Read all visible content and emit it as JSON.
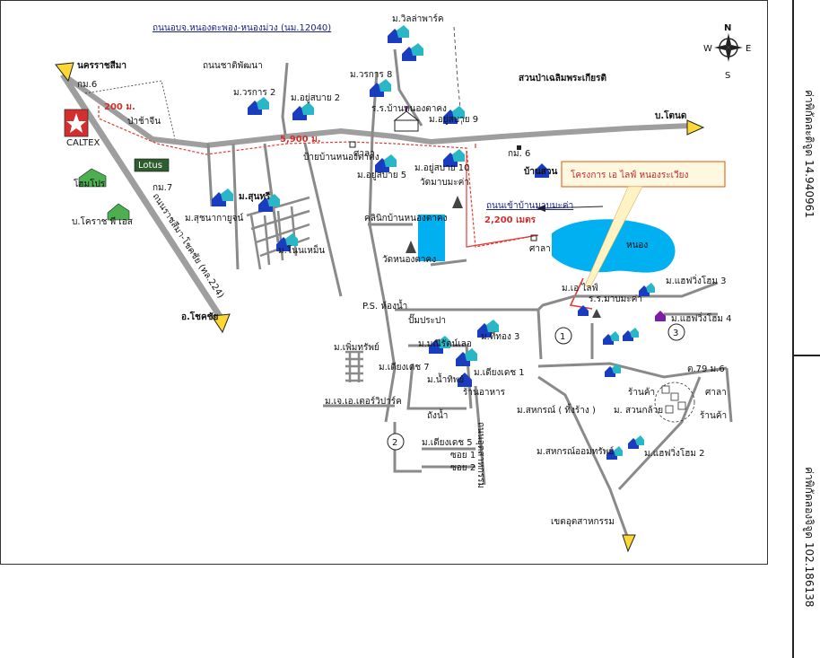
{
  "colors": {
    "road": "#9e9e9e",
    "minor_road": "#8a8a8a",
    "route_red": "#e53935",
    "arrow_fill": "#fdd835",
    "water": "#00b0f0",
    "house_blue": "#1a3dbf",
    "house_teal": "#29b6c6",
    "callout_bg": "#fff8e1",
    "callout_border": "#e65100"
  },
  "icons": {
    "compass": "compass-rose-icon",
    "house": "house-cluster-icon",
    "temple": "temple-icon",
    "caltex": "caltex-logo",
    "lotus": "lotus-store-logo",
    "warehouse": "warehouse-icon"
  },
  "labels": {
    "highway_top": "ถนนอบจ.หนองตะพอง-หนองม่วง (นม.12040)",
    "wila_park": "ม.วิลล่าพาร์ค",
    "chat_pattana": "ถนนชาติพัฒนา",
    "nakhon_ratchasima": "นครราชสีมา",
    "km6_top": "กม.6",
    "dist_200": "200 ม.",
    "pasan_chin": "ป่าช้าจีน",
    "caltex": "CALTEX",
    "lotus": "Lotus",
    "home_pro": "โฮมโปร",
    "korat_ps": "บ.โคราช พี เอส",
    "km7": "กม.7",
    "ratchasima_chok_chai": "ถนนราชสีมา-โชคชัย (ทล.224)",
    "chok_chai": "อ.โชคชัย",
    "worakan8": "ม.วรการ 8",
    "worakan2": "ม.วรการ 2",
    "yusabai2": "ม.อยู่สบาย 2",
    "school_nongtalad": "ร.ร.บ้านหนองตาคง",
    "yusabai9": "ม.อยู่สบาย 9",
    "suan_pa": "สวนป่าเฉลิมพระเกียรติ",
    "ban_dotan": "บ.โตนด",
    "dist_5900": "5,900 ม.",
    "intersection": "ป้ายบ้านหนองตาคง",
    "sala1": "ศาลา",
    "yusabai5": "ม.อยู่สบาย 5",
    "yusabai10": "ม.อยู่สบาย 10",
    "km6_mid": "กม. 6",
    "wat_mabkra": "วัดมาบมะค่า",
    "ban_suan": "บ้านสวน",
    "callout": "โครงการ เอ ไลฟ์ หนองระเวียง",
    "entry_road": "ถนนเข้าบ้านมาบมะค่า",
    "dist_2200": "2,200 เมตร",
    "sunthree": "ม.สุนทรี",
    "suchanaka": "ม.สุชนากายูจน์",
    "clinic": "คลินิกบ้านหนองตาคง",
    "wat_nongtalad": "วัดหนองตาคง",
    "sala2": "ศาลา",
    "nong": "หนอง",
    "nonglerm": "ม.โนนเหม็น",
    "ps_shop": "P.S. ห้องน้ำ",
    "a_life": "ม.เอ ไลฟ์",
    "school_mabkra": "ร.ร.มาบมะค่า",
    "happy_home3": "ม.แฮฟวิ่งโฮม 3",
    "happy_home4": "ม.แฮฟวิ่งโฮม 4",
    "pump": "ปั๊มประปา",
    "phermsap": "ม.เพิ่มทรัพย์",
    "methee_lerng": "ม.มณีรัตน์เลอ",
    "thitong3": "ม.ทีทอง 3",
    "chiang_mai7": "ม.เดียงเดช 7",
    "nam_thip": "ม.น้ำทิพย์",
    "chiang_3": "ม.เดียงเดช 1",
    "shop1": "ร้านอาหาร",
    "hour_79": "ต.79 ม.6",
    "shop2": "ร้านค้า",
    "sala3": "ศาลา",
    "sahakorn": "ม.สหกรณ์ ( ทิ้งร้าง )",
    "suan_kluai": "ม. สวนกล้วย",
    "shop3": "ร้านค้า",
    "chayaphruek": "ม.เจ.เอ.เตอร์วิปาร์ค",
    "water_mark": "ถังน้ำ",
    "chiang5": "ม.เดียงเดช 5",
    "soi1": "ซอย 1",
    "soi2": "ซอย 2",
    "vertical_road": "ถนนอุตสาหกรรม",
    "sahakorn_sap": "ม.สหกรณ์ออมทรัพย์",
    "happy_home2": "ม.แฮฟวิ่งโฮม 2",
    "industrial": "เขตอุตสาหกรรม",
    "num1": "1",
    "num2": "2",
    "num3": "3",
    "compass_n": "N",
    "compass_s": "S",
    "compass_e": "E",
    "compass_w": "W"
  },
  "sidebar": {
    "latitude": "ค่าพิกัดละติจูด 14.940961",
    "longitude": "ค่าพิกัดลองจิจูด 102.186138"
  }
}
